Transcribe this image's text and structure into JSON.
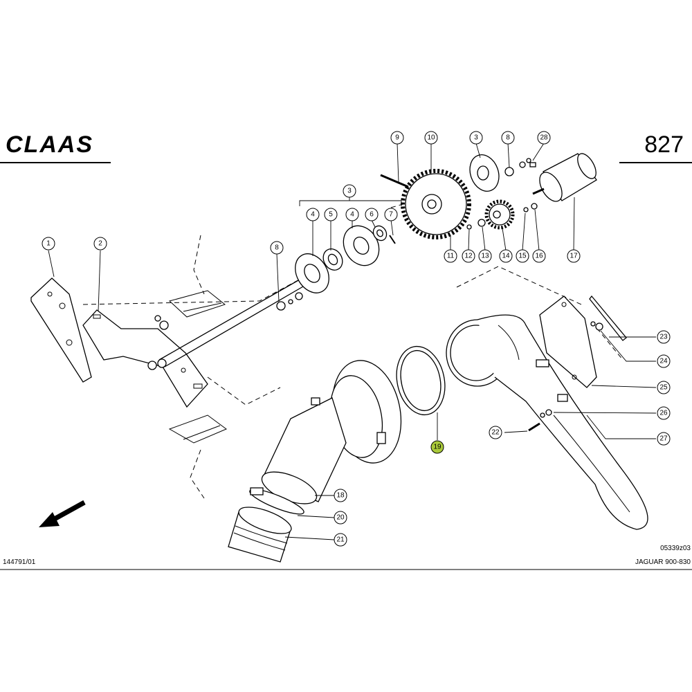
{
  "header": {
    "brand": "CLAAS",
    "page_number": "827"
  },
  "footer": {
    "left_code": "144791/01",
    "right_code": "05339z03",
    "model": "JAGUAR 900-830"
  },
  "callouts": [
    {
      "id": "c1",
      "label": "1",
      "highlight": false
    },
    {
      "id": "c2",
      "label": "2",
      "highlight": false
    },
    {
      "id": "c3a",
      "label": "3",
      "highlight": false
    },
    {
      "id": "c3b",
      "label": "3",
      "highlight": false
    },
    {
      "id": "c4a",
      "label": "4",
      "highlight": false
    },
    {
      "id": "c4b",
      "label": "4",
      "highlight": false
    },
    {
      "id": "c5",
      "label": "5",
      "highlight": false
    },
    {
      "id": "c6",
      "label": "6",
      "highlight": false
    },
    {
      "id": "c7",
      "label": "7",
      "highlight": false
    },
    {
      "id": "c8a",
      "label": "8",
      "highlight": false
    },
    {
      "id": "c8b",
      "label": "8",
      "highlight": false
    },
    {
      "id": "c9",
      "label": "9",
      "highlight": false
    },
    {
      "id": "c10",
      "label": "10",
      "highlight": false
    },
    {
      "id": "c11",
      "label": "11",
      "highlight": false
    },
    {
      "id": "c12",
      "label": "12",
      "highlight": false
    },
    {
      "id": "c13",
      "label": "13",
      "highlight": false
    },
    {
      "id": "c14",
      "label": "14",
      "highlight": false
    },
    {
      "id": "c15",
      "label": "15",
      "highlight": false
    },
    {
      "id": "c16",
      "label": "16",
      "highlight": false
    },
    {
      "id": "c17",
      "label": "17",
      "highlight": false
    },
    {
      "id": "c18",
      "label": "18",
      "highlight": false
    },
    {
      "id": "c19",
      "label": "19",
      "highlight": true
    },
    {
      "id": "c20",
      "label": "20",
      "highlight": false
    },
    {
      "id": "c21",
      "label": "21",
      "highlight": false
    },
    {
      "id": "c22",
      "label": "22",
      "highlight": false
    },
    {
      "id": "c23",
      "label": "23",
      "highlight": false
    },
    {
      "id": "c24",
      "label": "24",
      "highlight": false
    },
    {
      "id": "c25",
      "label": "25",
      "highlight": false
    },
    {
      "id": "c26",
      "label": "26",
      "highlight": false
    },
    {
      "id": "c27",
      "label": "27",
      "highlight": false
    },
    {
      "id": "c28",
      "label": "28",
      "highlight": false
    }
  ],
  "colors": {
    "line": "#000000",
    "background": "#ffffff",
    "highlight": "#a9c93a"
  }
}
